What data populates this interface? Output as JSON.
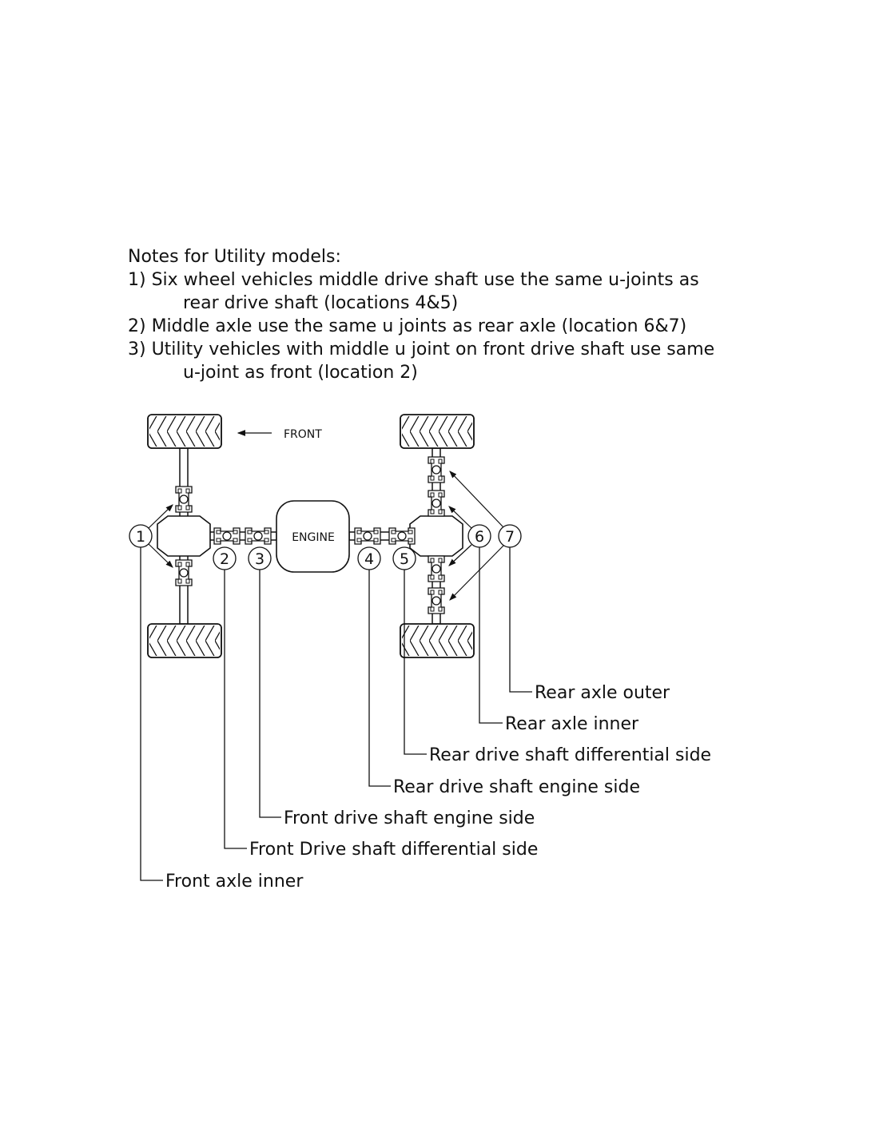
{
  "notes": {
    "title": "Notes for Utility models:",
    "items": [
      {
        "first": "1) Six wheel vehicles middle drive shaft use the same u-joints as",
        "cont": "rear drive shaft (locations 4&5)"
      },
      {
        "first": "2) Middle axle use the same u joints as rear axle (location 6&7)",
        "cont": ""
      },
      {
        "first": "3) Utility vehicles with middle u joint on front drive shaft use same",
        "cont": "u-joint as front (location 2)"
      }
    ]
  },
  "diagram": {
    "front_label": "FRONT",
    "engine_label": "ENGINE",
    "locations": [
      {
        "num": "1",
        "label": "Front axle inner"
      },
      {
        "num": "2",
        "label": "Front Drive shaft differential side"
      },
      {
        "num": "3",
        "label": "Front drive shaft engine side"
      },
      {
        "num": "4",
        "label": "Rear drive shaft engine side"
      },
      {
        "num": "5",
        "label": "Rear drive shaft differential side"
      },
      {
        "num": "6",
        "label": "Rear axle inner"
      },
      {
        "num": "7",
        "label": "Rear axle outer"
      }
    ]
  }
}
